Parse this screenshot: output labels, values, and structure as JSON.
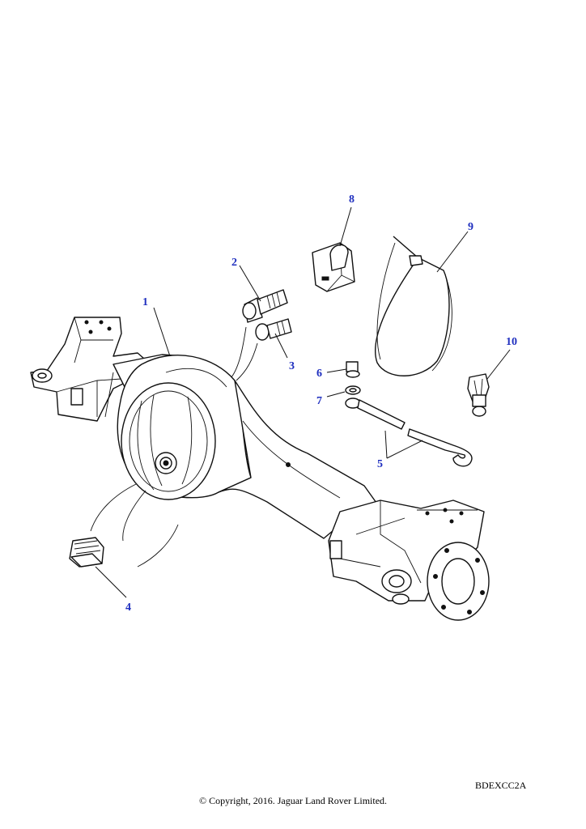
{
  "callouts": [
    "1",
    "2",
    "3",
    "4",
    "5",
    "6",
    "7",
    "8",
    "9",
    "10"
  ],
  "diagram_ref": "BDEXCC2A",
  "copyright": "© Copyright, 2016. Jaguar Land Rover Limited."
}
